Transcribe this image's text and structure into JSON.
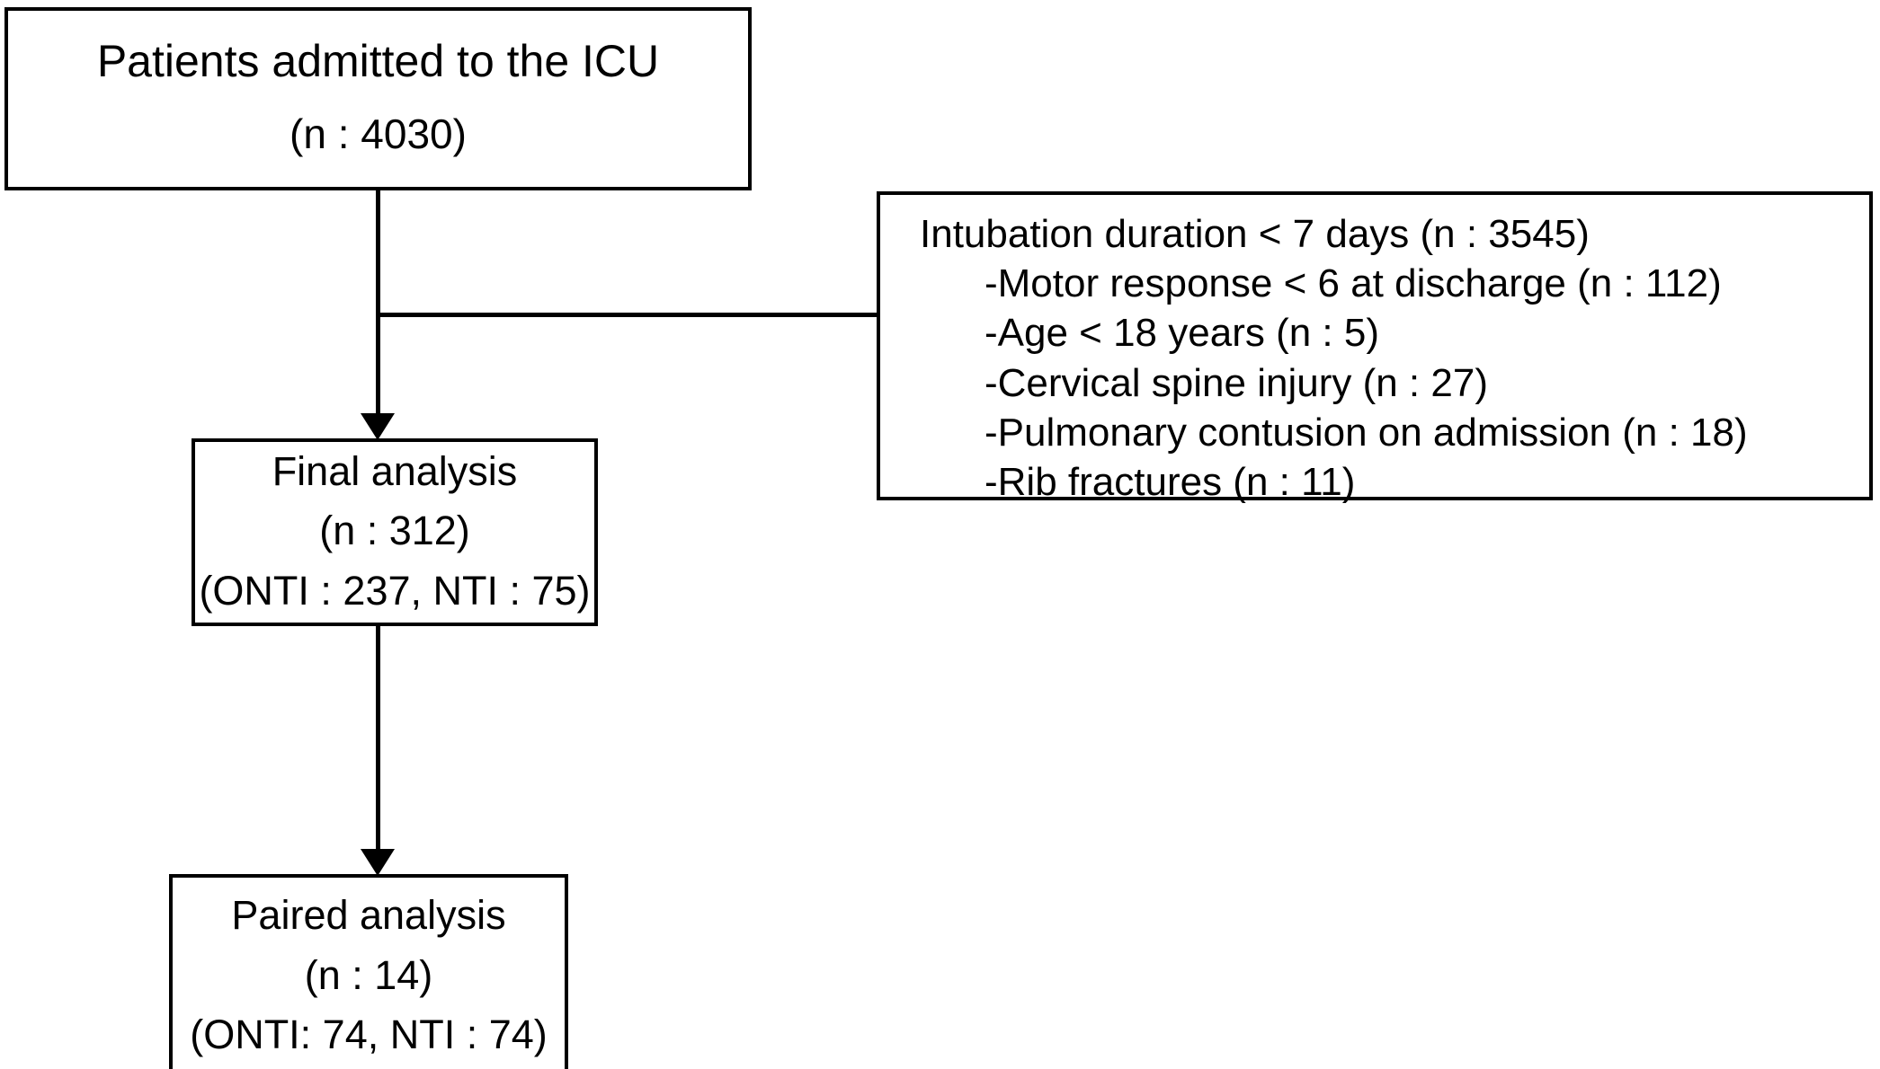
{
  "diagram": {
    "type": "study-flow-chart",
    "title": "Patient selection flow diagram",
    "colors": {
      "stroke": "#000000",
      "background": "#ffffff",
      "text": "#000000"
    }
  },
  "nodes": {
    "admitted": {
      "name": "Patients admitted to the ICU",
      "line1": "Patients admitted to the ICU",
      "line2": "(n : 4030)",
      "n": 4030
    },
    "exclusions": {
      "heading": "Intubation duration < 7 days (n : 3545)",
      "heading_n": 3545,
      "items": [
        {
          "label": "-Motor response < 6 at discharge (n : 112)",
          "n": 112
        },
        {
          "label": "-Age < 18 years (n : 5)",
          "n": 5
        },
        {
          "label": "-Cervical spine injury (n : 27)",
          "n": 27
        },
        {
          "label": "-Pulmonary contusion on admission (n : 18)",
          "n": 18
        },
        {
          "label": "-Rib fractures (n : 11)",
          "n": 11
        }
      ]
    },
    "final": {
      "line1": "Final analysis",
      "line2": "(n : 312)",
      "line3": "(ONTI : 237, NTI : 75)",
      "n": 312,
      "onti": 237,
      "nti": 75
    },
    "paired": {
      "line1": "Paired analysis",
      "line2": "(n : 14)",
      "line3": "(ONTI: 74, NTI : 74)",
      "n": 14,
      "onti": 74,
      "nti": 74
    }
  },
  "connectors": [
    {
      "name": "admitted-to-final",
      "from": "admitted",
      "to": "final",
      "arrow": true
    },
    {
      "name": "admitted-to-exclusions",
      "from": "admitted",
      "to": "exclusions",
      "arrow": false
    },
    {
      "name": "final-to-paired",
      "from": "final",
      "to": "paired",
      "arrow": true
    }
  ]
}
